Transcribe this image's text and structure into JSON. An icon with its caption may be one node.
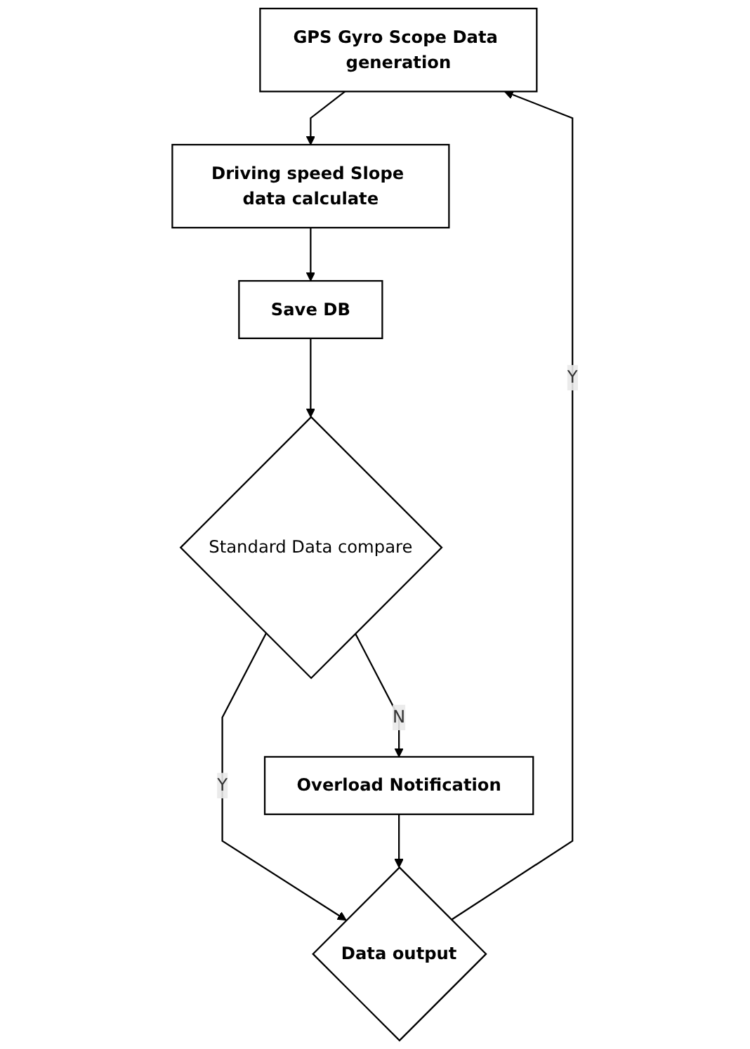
{
  "diagram": {
    "nodes": [
      {
        "text": [
          "GPS Gyro Scope Data generation"
        ]
      },
      {
        "text": [
          "Driving speed Slope data calculate"
        ]
      },
      {
        "text": [
          "Save DB"
        ]
      },
      {
        "text": [
          "Standard Data compare"
        ]
      },
      {
        "text": [
          "Overload Notification"
        ]
      },
      {
        "text": [
          "Data output"
        ]
      }
    ],
    "edges": [
      {
        "from": 0,
        "to": 1,
        "arrow": "to"
      },
      {
        "from": 1,
        "to": 2,
        "arrow": "to"
      },
      {
        "from": 2,
        "to": 3,
        "arrow": "to"
      },
      {
        "from": 3,
        "to": 4,
        "label": "N",
        "arrow": "to"
      },
      {
        "from": 3,
        "to": 5,
        "label": "Y",
        "arrow": "to"
      },
      {
        "from": 4,
        "to": 5,
        "arrow": "to"
      },
      {
        "from": 5,
        "to": 0,
        "label": "Y",
        "arrow": "to"
      }
    ]
  }
}
